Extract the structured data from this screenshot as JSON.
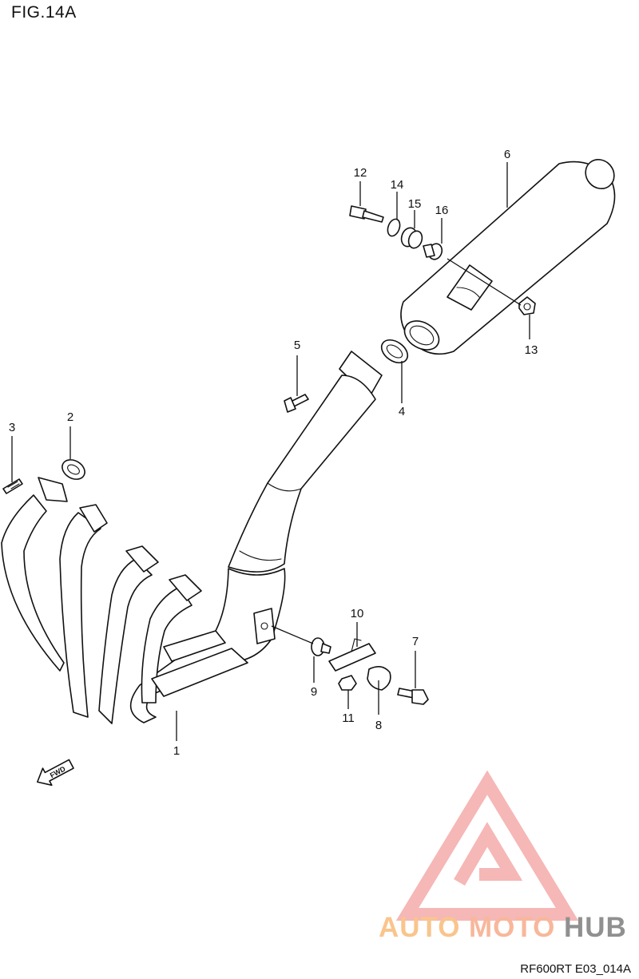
{
  "figure": {
    "title": "FIG.14A",
    "drawing_code": "RF600RT E03_014A"
  },
  "parts": [
    {
      "ref": "1",
      "label": "1"
    },
    {
      "ref": "2",
      "label": "2"
    },
    {
      "ref": "3",
      "label": "3"
    },
    {
      "ref": "4",
      "label": "4"
    },
    {
      "ref": "5",
      "label": "5"
    },
    {
      "ref": "6",
      "label": "6"
    },
    {
      "ref": "7",
      "label": "7"
    },
    {
      "ref": "8",
      "label": "8"
    },
    {
      "ref": "9",
      "label": "9"
    },
    {
      "ref": "10",
      "label": "10"
    },
    {
      "ref": "11",
      "label": "11"
    },
    {
      "ref": "12",
      "label": "12"
    },
    {
      "ref": "13",
      "label": "13"
    },
    {
      "ref": "14",
      "label": "14"
    },
    {
      "ref": "15",
      "label": "15"
    },
    {
      "ref": "16",
      "label": "16"
    }
  ],
  "direction_arrow": {
    "text": "FWD"
  },
  "watermark": {
    "part1": "AUTO",
    "part2": "MOTO",
    "part3": "HUB",
    "colors": {
      "auto": "#f7b267",
      "moto": "#f6a07a",
      "hub": "#6b6b6b",
      "logo": "#f4a0a0"
    }
  }
}
